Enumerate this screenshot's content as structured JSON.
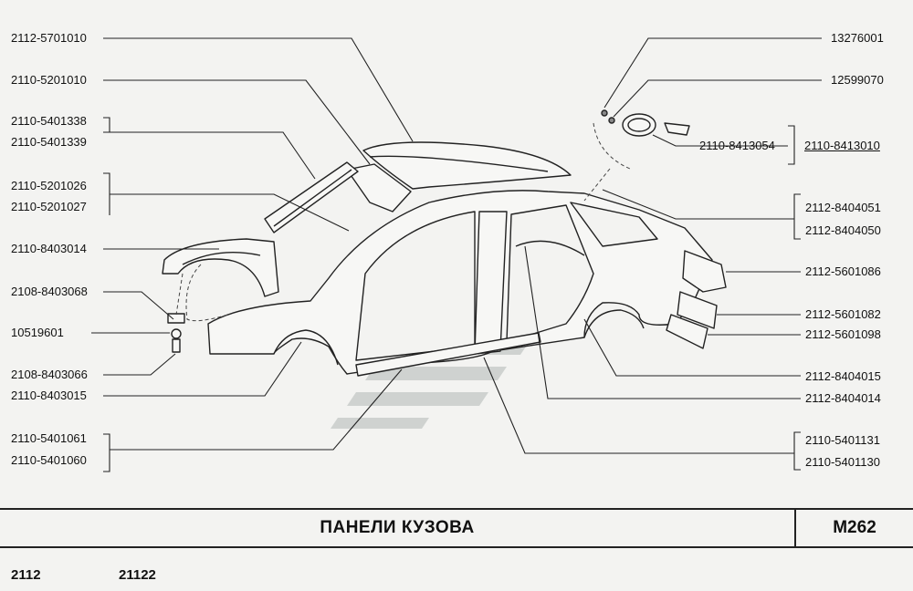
{
  "left_labels": [
    "2112-5701010",
    "2110-5201010",
    "2110-5401338",
    "2110-5401339",
    "2110-5201026",
    "2110-5201027",
    "2110-8403014",
    "2108-8403068",
    "10519601",
    "2108-8403066",
    "2110-8403015",
    "2110-5401061",
    "2110-5401060"
  ],
  "right_labels": [
    "13276001",
    "12599070",
    "2110-8413054",
    "2110-8413010",
    "2112-8404051",
    "2112-8404050",
    "2112-5601086",
    "2112-5601082",
    "2112-5601098",
    "2112-8404015",
    "2112-8404014",
    "2110-5401131",
    "2110-5401130"
  ],
  "title_block": {
    "title": "ПАНЕЛИ КУЗОВА",
    "code": "M262"
  },
  "models": [
    "2112",
    "21122"
  ],
  "colors": {
    "line": "#222222",
    "watermark": "#c9cdcb",
    "background": "#f3f3f1"
  }
}
